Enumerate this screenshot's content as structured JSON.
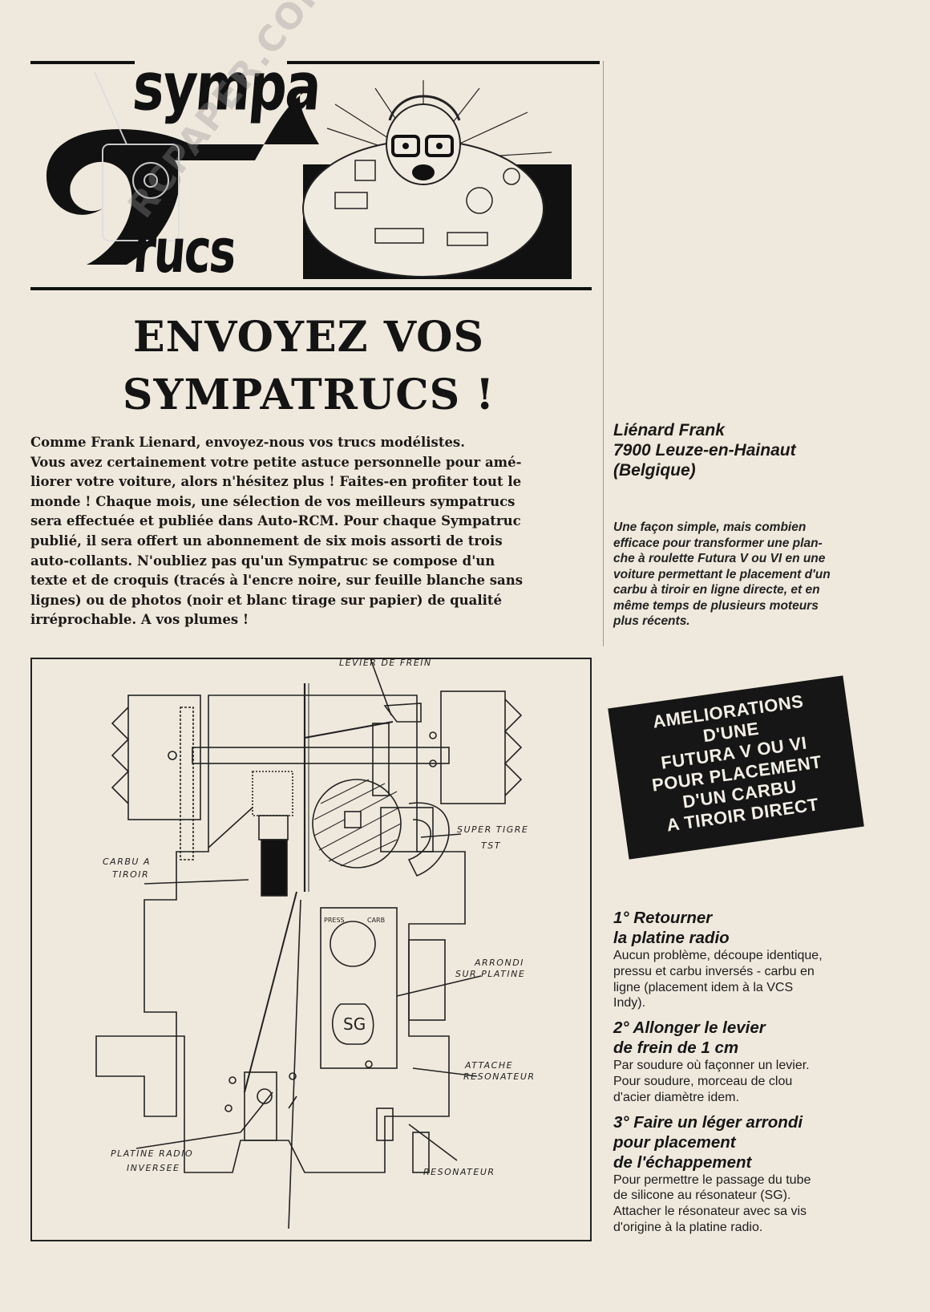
{
  "header": {
    "logo_top": "sympa",
    "logo_bottom": "rucs",
    "watermark": "RCPAPER.COM",
    "title_line1": "ENVOYEZ VOS",
    "title_line2": "SYMPATRUCS !"
  },
  "intro": {
    "lines": [
      "Comme Frank Lienard, envoyez-nous vos trucs modélistes.",
      "Vous avez certainement votre petite astuce personnelle pour amé-",
      "liorer votre voiture, alors n'hésitez plus ! Faites-en profiter tout le",
      "monde ! Chaque mois, une sélection de vos meilleurs sympatrucs",
      "sera effectuée et publiée dans Auto-RCM. Pour chaque Sympatruc",
      "publié, il sera offert un abonnement de six mois assorti de trois",
      "auto-collants. N'oubliez pas qu'un Sympatruc se compose d'un",
      "texte et de croquis (tracés à l'encre noire, sur feuille blanche sans",
      "lignes) ou de photos (noir et blanc tirage sur papier) de qualité",
      "irréprochable. A vos plumes !"
    ]
  },
  "author": {
    "name": "Liénard Frank",
    "city": "7900 Leuze-en-Hainaut",
    "country": "(Belgique)"
  },
  "summary": {
    "lines": [
      "Une façon simple, mais combien",
      "efficace pour transformer une plan-",
      "che à roulette Futura V ou VI en une",
      "voiture permettant le placement d'un",
      "carbu à tiroir en ligne directe, et en",
      "même temps de plusieurs moteurs",
      "plus récents."
    ]
  },
  "banner": {
    "lines": [
      "AMELIORATIONS",
      "D'UNE",
      "FUTURA V OU VI",
      "POUR PLACEMENT",
      "D'UN CARBU",
      "A TIROIR DIRECT"
    ]
  },
  "steps": [
    {
      "title": [
        "1° Retourner",
        "la platine radio"
      ],
      "body": [
        "Aucun problème, découpe identique,",
        "pressu et carbu inversés - carbu en",
        "ligne (placement idem à la VCS",
        "Indy)."
      ]
    },
    {
      "title": [
        "2° Allonger le levier",
        "de frein de 1 cm"
      ],
      "body": [
        "Par soudure où façonner un levier.",
        "Pour soudure, morceau de clou",
        "d'acier diamètre idem."
      ]
    },
    {
      "title": [
        "3° Faire un léger arrondi",
        "pour placement",
        "de l'échappement"
      ],
      "body": [
        "Pour permettre le passage du tube",
        "de silicone au résonateur (SG).",
        "Attacher le résonateur avec sa vis",
        "d'origine à la platine radio."
      ]
    }
  ],
  "diagram": {
    "labels": {
      "levier": "LEVIER DE FREIN",
      "super_tigre": "SUPER TIGRE",
      "tst": "TST",
      "carbu": "CARBU A",
      "tiroir": "TIROIR",
      "arrondi": "ARRONDI",
      "sur_platine": "SUR PLATINE",
      "attache": "ATTACHE",
      "resonateur_attache": "RESONATEUR",
      "platine_radio": "PLATINE RADIO",
      "inversee": "INVERSEE",
      "resonateur": "RESONATEUR",
      "pressu": "PRESS",
      "carbu_small": "CARB",
      "sg": "SG"
    }
  }
}
